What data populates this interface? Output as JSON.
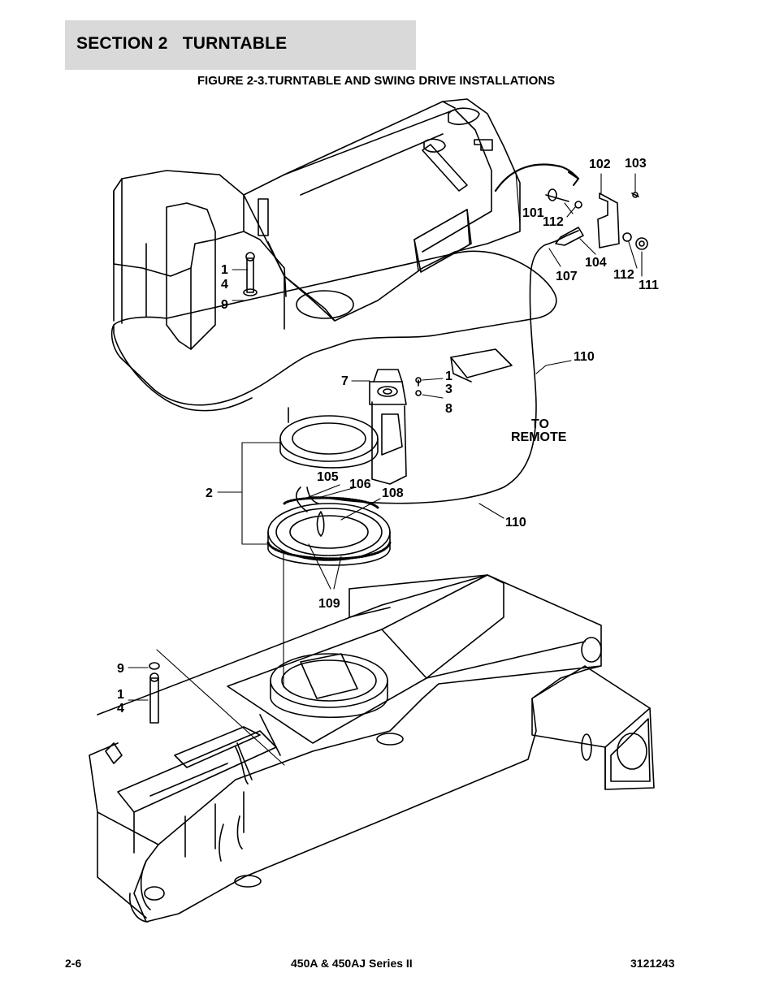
{
  "header": {
    "section": "SECTION 2",
    "title": "TURNTABLE"
  },
  "figure": {
    "title": "FIGURE 2-3.TURNTABLE AND SWING DRIVE INSTALLATIONS"
  },
  "callouts": {
    "c1a": "1",
    "c4a": "4",
    "c9a": "9",
    "c7": "7",
    "c1b": "1",
    "c3": "3",
    "c8": "8",
    "c2": "2",
    "c101": "101",
    "c102": "102",
    "c103": "103",
    "c104": "104",
    "c105": "105",
    "c106": "106",
    "c107": "107",
    "c108": "108",
    "c109": "109",
    "c110a": "110",
    "c110b": "110",
    "c111": "111",
    "c112a": "112",
    "c112b": "112",
    "c9b": "9",
    "c1c": "1",
    "c4b": "4",
    "to_remote_1": "TO",
    "to_remote_2": "REMOTE"
  },
  "footer": {
    "page": "2-6",
    "model": "450A & 450AJ Series II",
    "part_number": "3121243"
  }
}
